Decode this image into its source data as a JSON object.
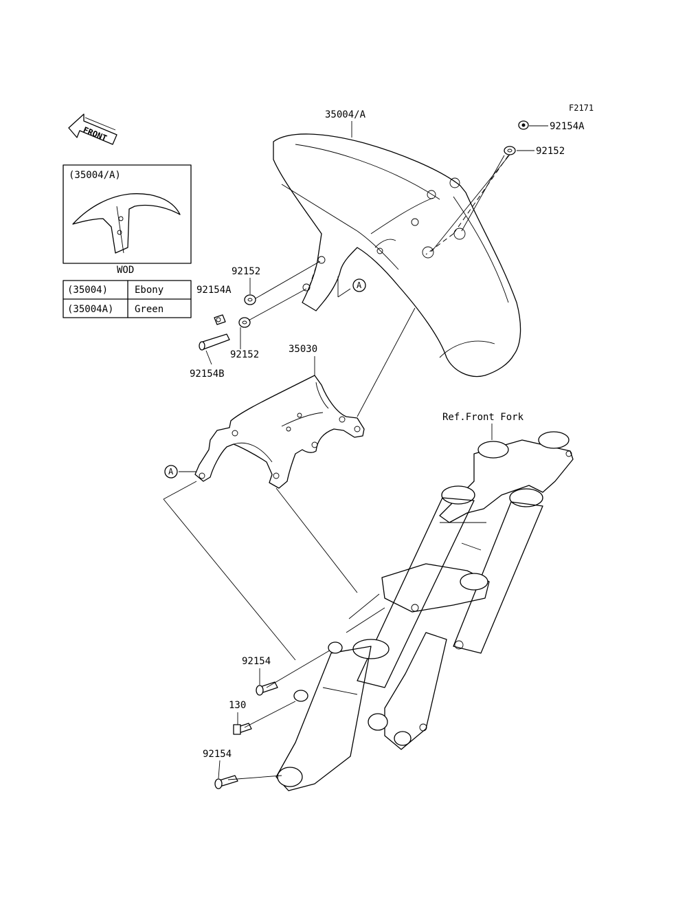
{
  "figure_code": "F2171",
  "front_arrow_label": "FRONT",
  "inset": {
    "title": "(35004/A)",
    "caption": "WOD"
  },
  "color_table": [
    {
      "part": "(35004)",
      "color": "Ebony"
    },
    {
      "part": "(35004A)",
      "color": "Green"
    }
  ],
  "callouts": {
    "front_fender": "35004/A",
    "fender_bracket": "35030",
    "bolt_top": "92154A",
    "washer_top": "92152",
    "washer_left_upper": "92152",
    "bolt_left": "92154A",
    "washer_left_lower": "92152",
    "bolt_long": "92154B",
    "bolt_fork_upper": "92154",
    "bolt_130": "130",
    "bolt_fork_lower": "92154",
    "ref_front_fork": "Ref.Front Fork"
  },
  "ref_marks": [
    "A",
    "A"
  ]
}
